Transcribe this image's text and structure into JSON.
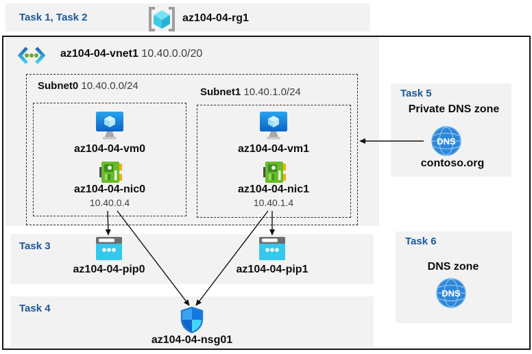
{
  "header": {
    "task_label": "Task 1, Task 2",
    "resource_group": "az104-04-rg1"
  },
  "vnet": {
    "name": "az104-04-vnet1",
    "cidr": "10.40.0.0/20"
  },
  "subnets": [
    {
      "name": "Subnet0",
      "cidr": "10.40.0.0/24",
      "vm": "az104-04-vm0",
      "nic": "az104-04-nic0",
      "ip": "10.40.0.4"
    },
    {
      "name": "Subnet1",
      "cidr": "10.40.1.0/24",
      "vm": "az104-04-vm1",
      "nic": "az104-04-nic1",
      "ip": "10.40.1.4"
    }
  ],
  "task3": {
    "label": "Task 3",
    "pip0": "az104-04-pip0",
    "pip1": "az104-04-pip1"
  },
  "task4": {
    "label": "Task 4",
    "nsg": "az104-04-nsg01"
  },
  "task5": {
    "label": "Task 5",
    "title": "Private DNS zone",
    "zone_name": "contoso.org",
    "icon_text": "DNS"
  },
  "task6": {
    "label": "Task 6",
    "title": "DNS zone",
    "icon_text": "DNS"
  },
  "colors": {
    "task_label_blue": "#1b5797",
    "band_bg": "#f2f2f2",
    "frame": "#141414"
  }
}
